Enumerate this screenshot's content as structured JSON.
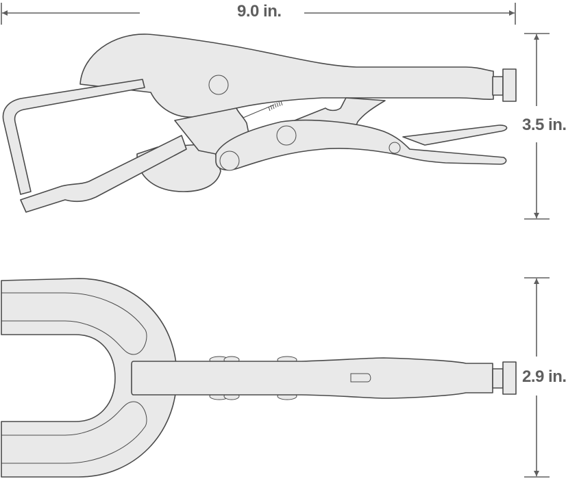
{
  "figure": {
    "subject": "welding clamp locking pliers",
    "views": [
      {
        "name": "side view",
        "dimension_label": "3.5 in.",
        "dimension_axis": "height"
      },
      {
        "name": "top view",
        "dimension_label": "2.9 in.",
        "dimension_axis": "height"
      }
    ]
  },
  "dimensions": {
    "overall_length": "9.0 in.",
    "side_view_height": "3.5 in.",
    "top_view_height": "2.9 in."
  },
  "colors": {
    "part_fill": "#e9e9e9",
    "outline": "#4a4a4a",
    "dimension_line": "#5f5f5f",
    "background": "#ffffff"
  }
}
